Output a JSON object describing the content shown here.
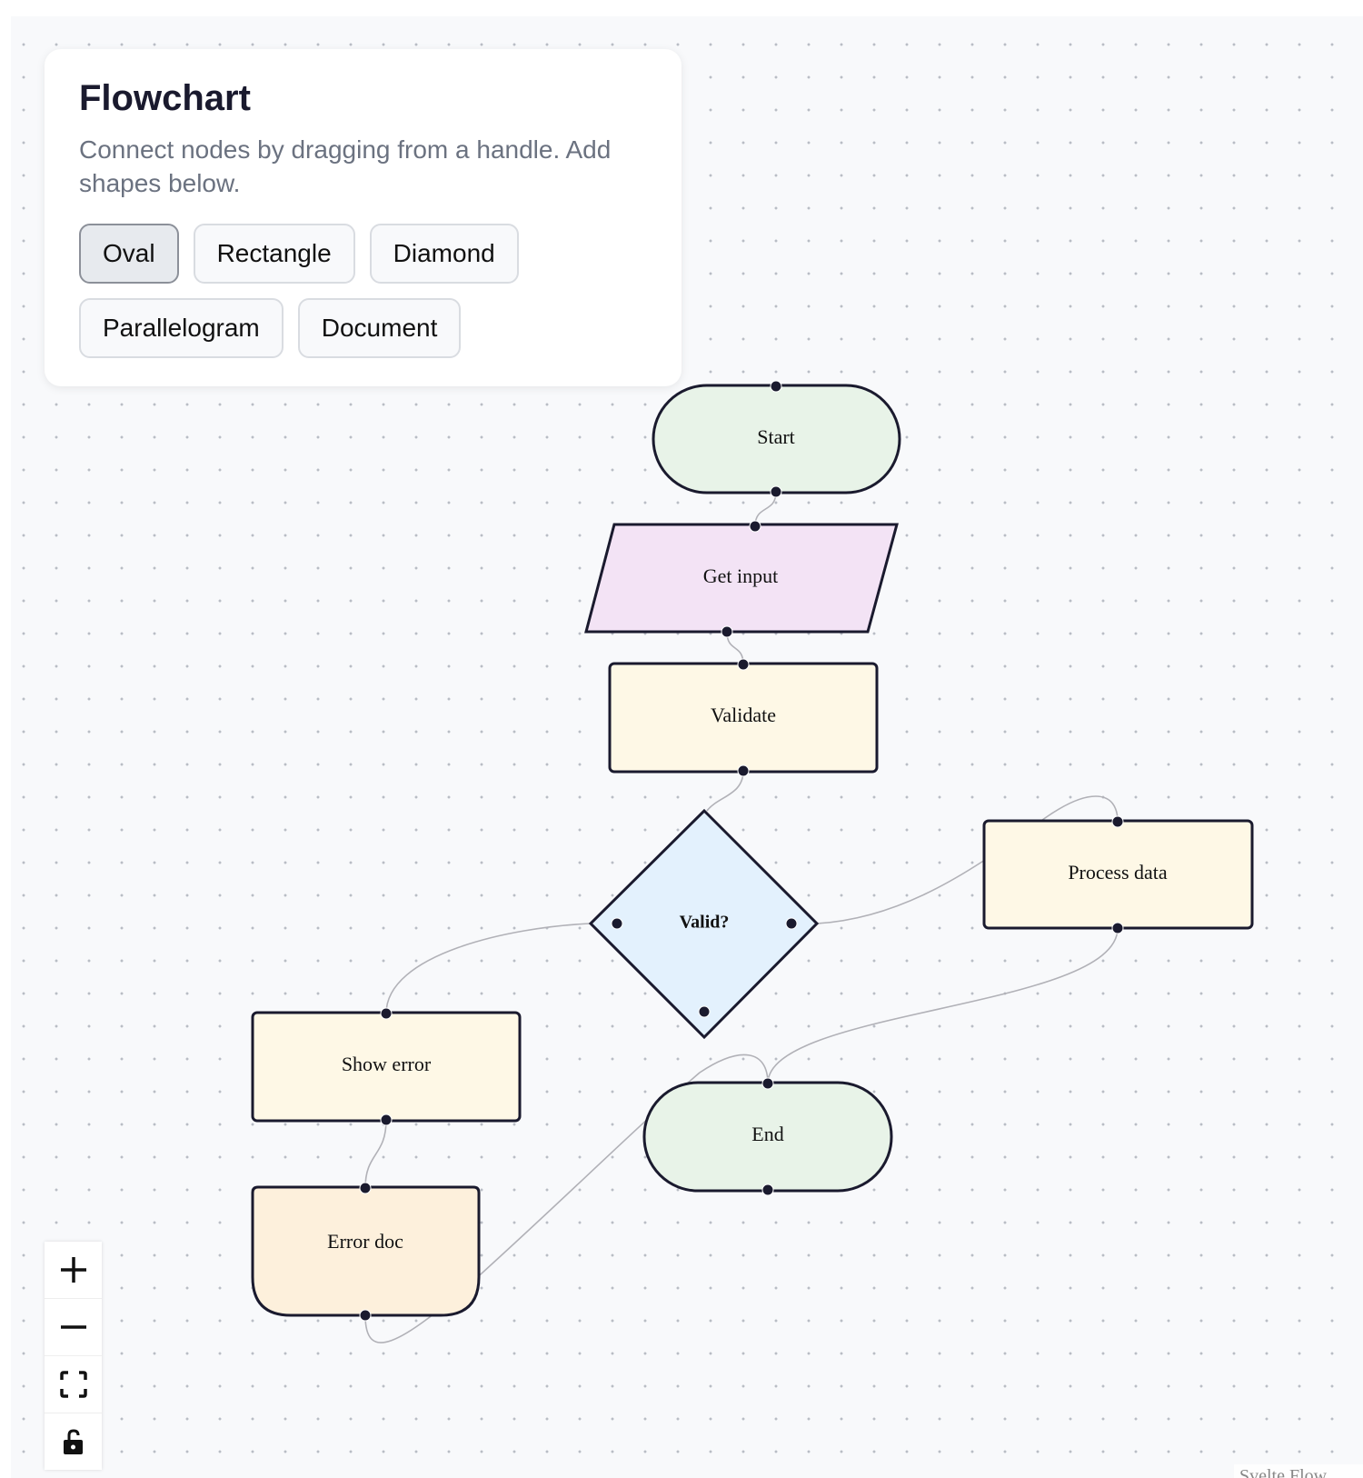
{
  "panel": {
    "title": "Flowchart",
    "description": "Connect nodes by dragging from a handle. Add shapes below.",
    "buttons": [
      {
        "label": "Oval",
        "active": true
      },
      {
        "label": "Rectangle"
      },
      {
        "label": "Diamond"
      },
      {
        "label": "Parallelogram"
      },
      {
        "label": "Document"
      }
    ]
  },
  "nodes": {
    "start": {
      "label": "Start",
      "shape": "oval",
      "fill": "#e8f3e8"
    },
    "get_input": {
      "label": "Get input",
      "shape": "parallelogram",
      "fill": "#f3e3f5"
    },
    "validate": {
      "label": "Validate",
      "shape": "rectangle",
      "fill": "#fef8e6"
    },
    "valid": {
      "label": "Valid?",
      "shape": "diamond",
      "fill": "#e3f1fd"
    },
    "process_data": {
      "label": "Process data",
      "shape": "rectangle",
      "fill": "#fef8e6"
    },
    "show_error": {
      "label": "Show error",
      "shape": "rectangle",
      "fill": "#fef8e6"
    },
    "end": {
      "label": "End",
      "shape": "oval",
      "fill": "#e8f3e8"
    },
    "error_doc": {
      "label": "Error doc",
      "shape": "document",
      "fill": "#fdf0dc"
    }
  },
  "edges": [
    {
      "from": "Start",
      "to": "Get input"
    },
    {
      "from": "Get input",
      "to": "Validate"
    },
    {
      "from": "Validate",
      "to": "Valid?"
    },
    {
      "from": "Valid?",
      "to": "Process data"
    },
    {
      "from": "Valid?",
      "to": "Show error"
    },
    {
      "from": "Process data",
      "to": "End"
    },
    {
      "from": "Show error",
      "to": "Error doc"
    },
    {
      "from": "Error doc",
      "to": "End"
    }
  ],
  "controls": {
    "zoom_in": "plus-icon",
    "zoom_out": "minus-icon",
    "fit_view": "fit-view-icon",
    "lock": "unlock-icon"
  },
  "attribution": "Svelte Flow",
  "colors": {
    "node_stroke": "#1a1a2e",
    "edge": "#b1b1b7",
    "canvas": "#f8f9fb"
  }
}
